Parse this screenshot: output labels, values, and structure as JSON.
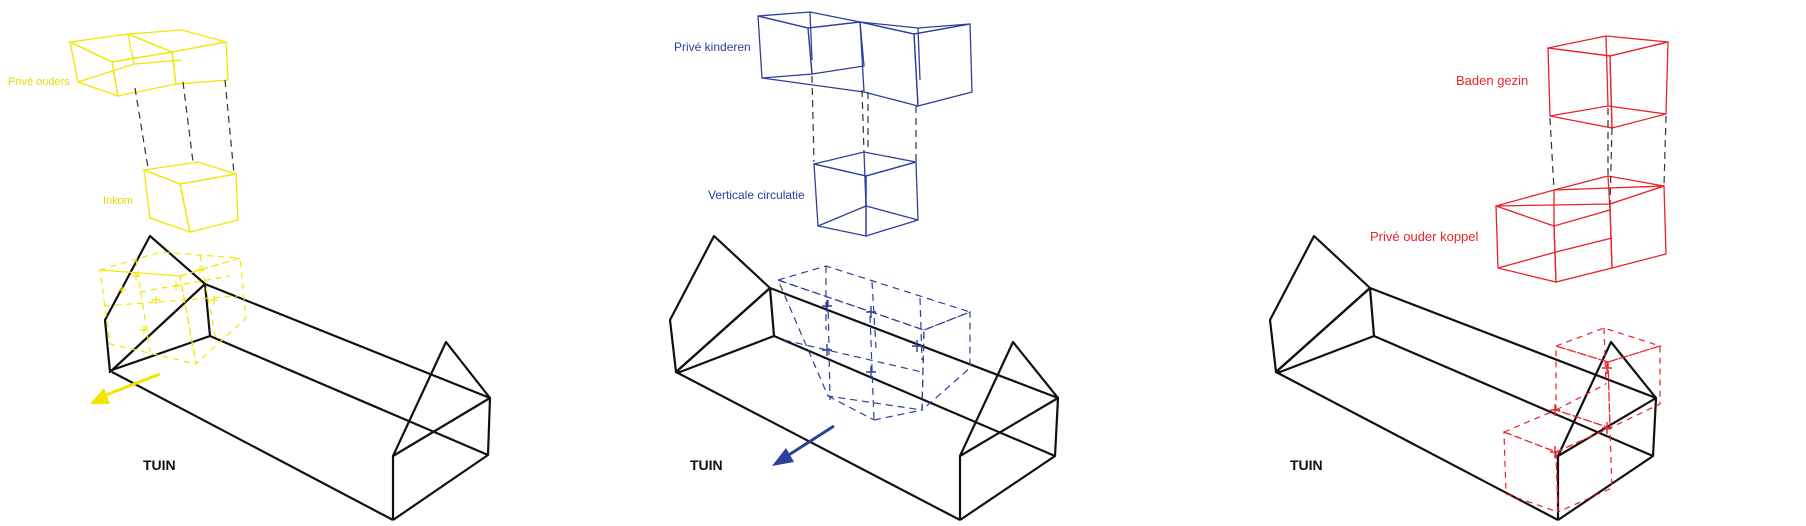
{
  "colors": {
    "outline": "#111111",
    "yellow": "#f2e600",
    "blue": "#2e3f9a",
    "red": "#e8232a",
    "connector": "#333333"
  },
  "panels": [
    {
      "id": "left",
      "accent": "yellow",
      "labels": {
        "top": "Privé ouders",
        "middle": "Inkom",
        "garden": "TUIN"
      }
    },
    {
      "id": "middle",
      "accent": "blue",
      "labels": {
        "top": "Privé kinderen",
        "middle": "Verticale circulatie",
        "garden": "TUIN"
      }
    },
    {
      "id": "right",
      "accent": "red",
      "labels": {
        "top": "Baden gezin",
        "middle": "Privé ouder koppel",
        "garden": "TUIN"
      }
    }
  ],
  "icons": [
    "arrow-yellow-icon",
    "arrow-blue-icon"
  ]
}
